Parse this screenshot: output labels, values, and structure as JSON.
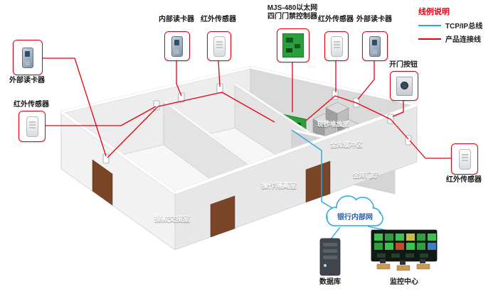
{
  "legend": {
    "title": "线例说明",
    "tcp": "TCP/IP总线",
    "product": "产品连接线"
  },
  "colors": {
    "tcp_line": "#2ba8e0",
    "product_line": "#e60012"
  },
  "callouts": {
    "left_reader": "外部读卡器",
    "left_sensor": "红外传感器",
    "internal_reader": "内部读卡器",
    "top_sensor_left": "红外传感器",
    "controller_line1": "MJS-480以太网",
    "controller_line2": "四门门禁控制器",
    "top_sensor_right": "红外传感器",
    "top_reader": "外部读卡器",
    "open_button": "开门按钮",
    "right_sensor": "红外传感器"
  },
  "rooms": {
    "cash_handover": "提款交接室",
    "operation_isolation": "操作隔离室",
    "cash_stack": "现钞堆放室",
    "vault_buffer": "金库缓冲区",
    "vault_lobby": "金库门厅"
  },
  "network": {
    "cloud": "银行内部网",
    "database": "数据库",
    "monitor": "监控中心"
  }
}
